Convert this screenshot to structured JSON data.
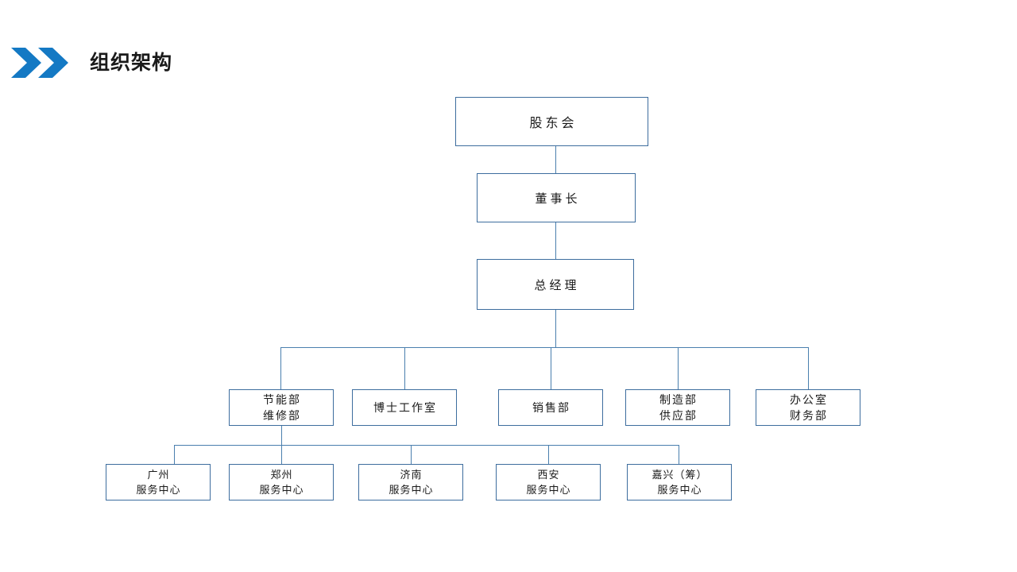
{
  "header": {
    "title": "组织架构",
    "icon": "double-chevron-right-icon",
    "icon_color": "#1479c4",
    "title_color": "#1a1a1a"
  },
  "theme": {
    "box_border": "#3d6d9e",
    "connector": "#4a7fae",
    "background": "#ffffff",
    "text": "#1a1a1a"
  },
  "chart_data": {
    "type": "diagram",
    "title": "组织架构",
    "orientation": "top-down",
    "levels": [
      {
        "level": 1,
        "nodes": [
          {
            "id": "shareholders",
            "lines": [
              "股东会"
            ]
          }
        ]
      },
      {
        "level": 2,
        "nodes": [
          {
            "id": "chairman",
            "lines": [
              "董事长"
            ]
          }
        ]
      },
      {
        "level": 3,
        "nodes": [
          {
            "id": "general-manager",
            "lines": [
              "总经理"
            ]
          }
        ]
      },
      {
        "level": 4,
        "nodes": [
          {
            "id": "dept-energy",
            "lines": [
              "节能部",
              "维修部"
            ]
          },
          {
            "id": "dept-doctor-studio",
            "lines": [
              "博士工作室"
            ]
          },
          {
            "id": "dept-sales",
            "lines": [
              "销售部"
            ]
          },
          {
            "id": "dept-manufacturing",
            "lines": [
              "制造部",
              "供应部"
            ]
          },
          {
            "id": "dept-office",
            "lines": [
              "办公室",
              "财务部"
            ]
          }
        ]
      },
      {
        "level": 5,
        "nodes": [
          {
            "id": "svc-guangzhou",
            "lines": [
              "广州",
              "服务中心"
            ]
          },
          {
            "id": "svc-zhengzhou",
            "lines": [
              "郑州",
              "服务中心"
            ]
          },
          {
            "id": "svc-jinan",
            "lines": [
              "济南",
              "服务中心"
            ]
          },
          {
            "id": "svc-xian",
            "lines": [
              "西安",
              "服务中心"
            ]
          },
          {
            "id": "svc-jiaxing",
            "lines": [
              "嘉兴（筹）",
              "服务中心"
            ]
          }
        ]
      }
    ],
    "edges": [
      {
        "from": "shareholders",
        "to": "chairman"
      },
      {
        "from": "chairman",
        "to": "general-manager"
      },
      {
        "from": "general-manager",
        "to": "dept-energy"
      },
      {
        "from": "general-manager",
        "to": "dept-doctor-studio"
      },
      {
        "from": "general-manager",
        "to": "dept-sales"
      },
      {
        "from": "general-manager",
        "to": "dept-manufacturing"
      },
      {
        "from": "general-manager",
        "to": "dept-office"
      },
      {
        "from": "dept-energy",
        "to": "svc-guangzhou"
      },
      {
        "from": "dept-energy",
        "to": "svc-zhengzhou"
      },
      {
        "from": "dept-energy",
        "to": "svc-jinan"
      },
      {
        "from": "dept-energy",
        "to": "svc-xian"
      },
      {
        "from": "dept-energy",
        "to": "svc-jiaxing"
      }
    ]
  }
}
